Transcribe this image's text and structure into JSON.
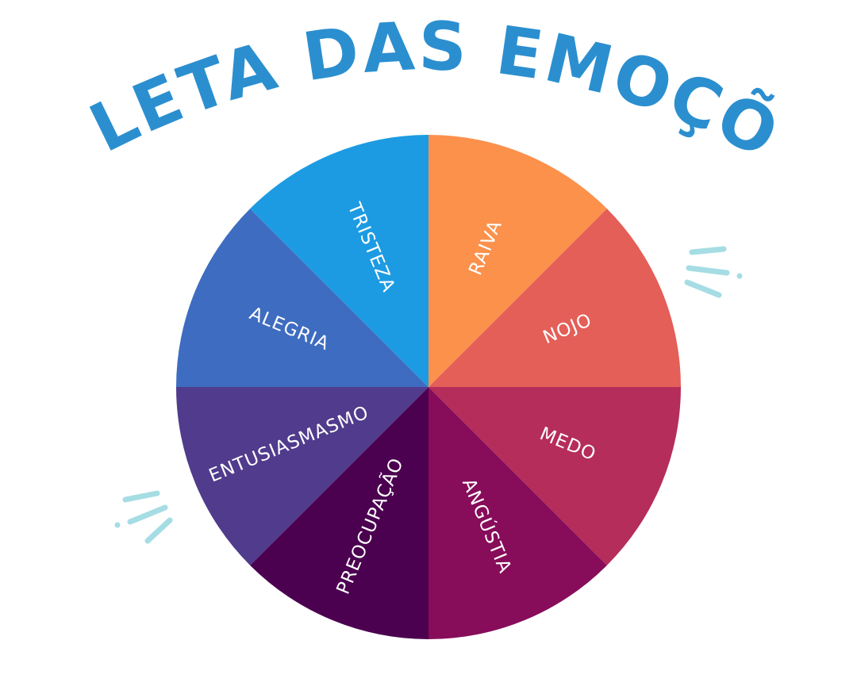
{
  "title": {
    "text": "ROLETA DAS EMOÇÕES",
    "color": "#2b8fcf"
  },
  "wheel": {
    "label_color": "#ffffff",
    "segments": [
      {
        "label": "RAIVA",
        "color": "#fc914c"
      },
      {
        "label": "NOJO",
        "color": "#e35f58"
      },
      {
        "label": "MEDO",
        "color": "#b52d5a"
      },
      {
        "label": "ANGÚSTIA",
        "color": "#870c5a"
      },
      {
        "label": "PREOCUPAÇÃO",
        "color": "#4b0050"
      },
      {
        "label": "ENTUSIASMASMO",
        "color": "#503b8c"
      },
      {
        "label": "ALEGRIA",
        "color": "#3e6cc1"
      },
      {
        "label": "TRISTEZA",
        "color": "#1c9be3"
      }
    ]
  },
  "decoration": {
    "dash_color": "#a6dde4"
  }
}
